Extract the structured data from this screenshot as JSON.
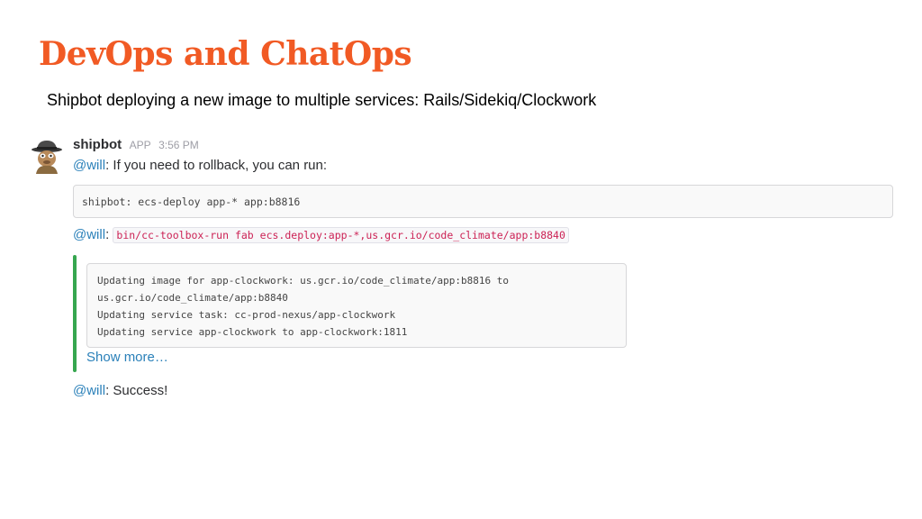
{
  "slide": {
    "title": "DevOps and ChatOps",
    "subtitle": "Shipbot deploying a new image to multiple services: Rails/Sidekiq/Clockwork"
  },
  "message": {
    "sender": "shipbot",
    "badge": "APP",
    "time": "3:56 PM",
    "avatar_icon": "spy-bot-avatar-icon",
    "line1": {
      "mention": "@will",
      "text": ": If you need to rollback, you can run:"
    },
    "rollback_command": "shipbot: ecs-deploy app-* app:b8816",
    "line2": {
      "mention": "@will",
      "separator": ":",
      "code": "bin/cc-toolbox-run fab ecs.deploy:app-*,us.gcr.io/code_climate/app:b8840"
    },
    "attachment": {
      "bar_color": "#36a64f",
      "log_lines": [
        "Updating image for app-clockwork: us.gcr.io/code_climate/app:b8816 to",
        "us.gcr.io/code_climate/app:b8840",
        "Updating service task: cc-prod-nexus/app-clockwork",
        "Updating service app-clockwork to app-clockwork:1811"
      ],
      "show_more": "Show more…"
    },
    "line3": {
      "mention": "@will",
      "text": ": Success!"
    }
  },
  "colors": {
    "title": "#f15a24",
    "mention": "#2a80b9",
    "inline_code": "#cc2255"
  }
}
